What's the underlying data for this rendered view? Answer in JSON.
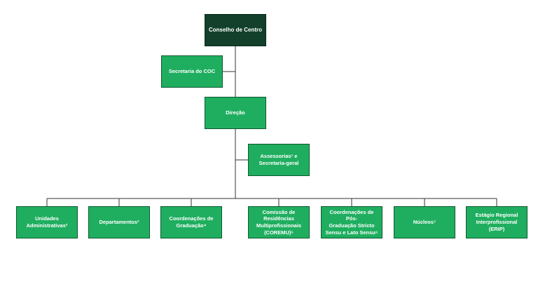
{
  "colors": {
    "top_box": "#12402a",
    "box": "#1fae5f",
    "border": "#0d5a30",
    "line": "#333333",
    "text": "#ffffff"
  },
  "org": {
    "council": "Conselho de Centro",
    "secretariat": "Secretaria do COC",
    "direction": "Direção",
    "advisory": "Assessorias¹ e\nSecretaria-geral",
    "units": [
      "Unidades\nAdministrativas²",
      "Departamentos³",
      "Coordenações de\nGraduação⁴",
      "Comissão de\nResidências\nMultiprofissionais\n(COREMU)⁵",
      "Coordenações de Pós-\nGraduação Stricto\nSensu e Lato Sensu⁶",
      "Núcleos⁷",
      "Estágio Regional\nInterprofissional\n(ERIP)"
    ]
  }
}
